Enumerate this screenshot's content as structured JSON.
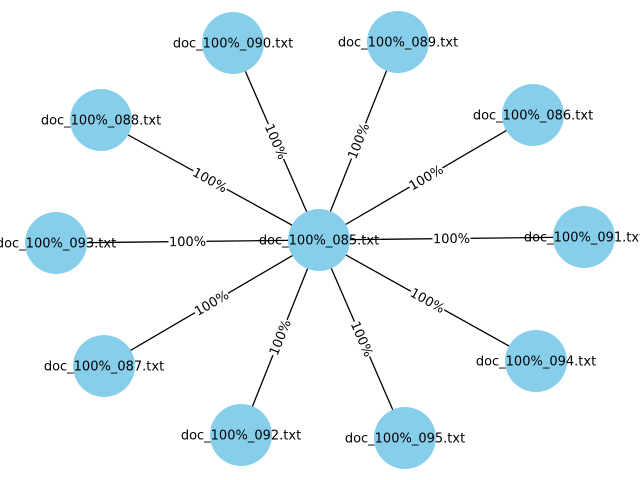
{
  "node_color": "#87CEEB",
  "edge_color": "#000000",
  "label_background": "#ffffff",
  "center": {
    "name": "doc_100%_085.txt"
  },
  "nodes": [
    {
      "name": "doc_100%_090.txt",
      "edge_label": "100%"
    },
    {
      "name": "doc_100%_089.txt",
      "edge_label": "100%"
    },
    {
      "name": "doc_100%_088.txt",
      "edge_label": "100%"
    },
    {
      "name": "doc_100%_086.txt",
      "edge_label": "100%"
    },
    {
      "name": "doc_100%_093.txt",
      "edge_label": "100%"
    },
    {
      "name": "doc_100%_091.txt",
      "edge_label": "100%"
    },
    {
      "name": "doc_100%_087.txt",
      "edge_label": "100%"
    },
    {
      "name": "doc_100%_094.txt",
      "edge_label": "100%"
    },
    {
      "name": "doc_100%_092.txt",
      "edge_label": "100%"
    },
    {
      "name": "doc_100%_095.txt",
      "edge_label": "100%"
    }
  ]
}
